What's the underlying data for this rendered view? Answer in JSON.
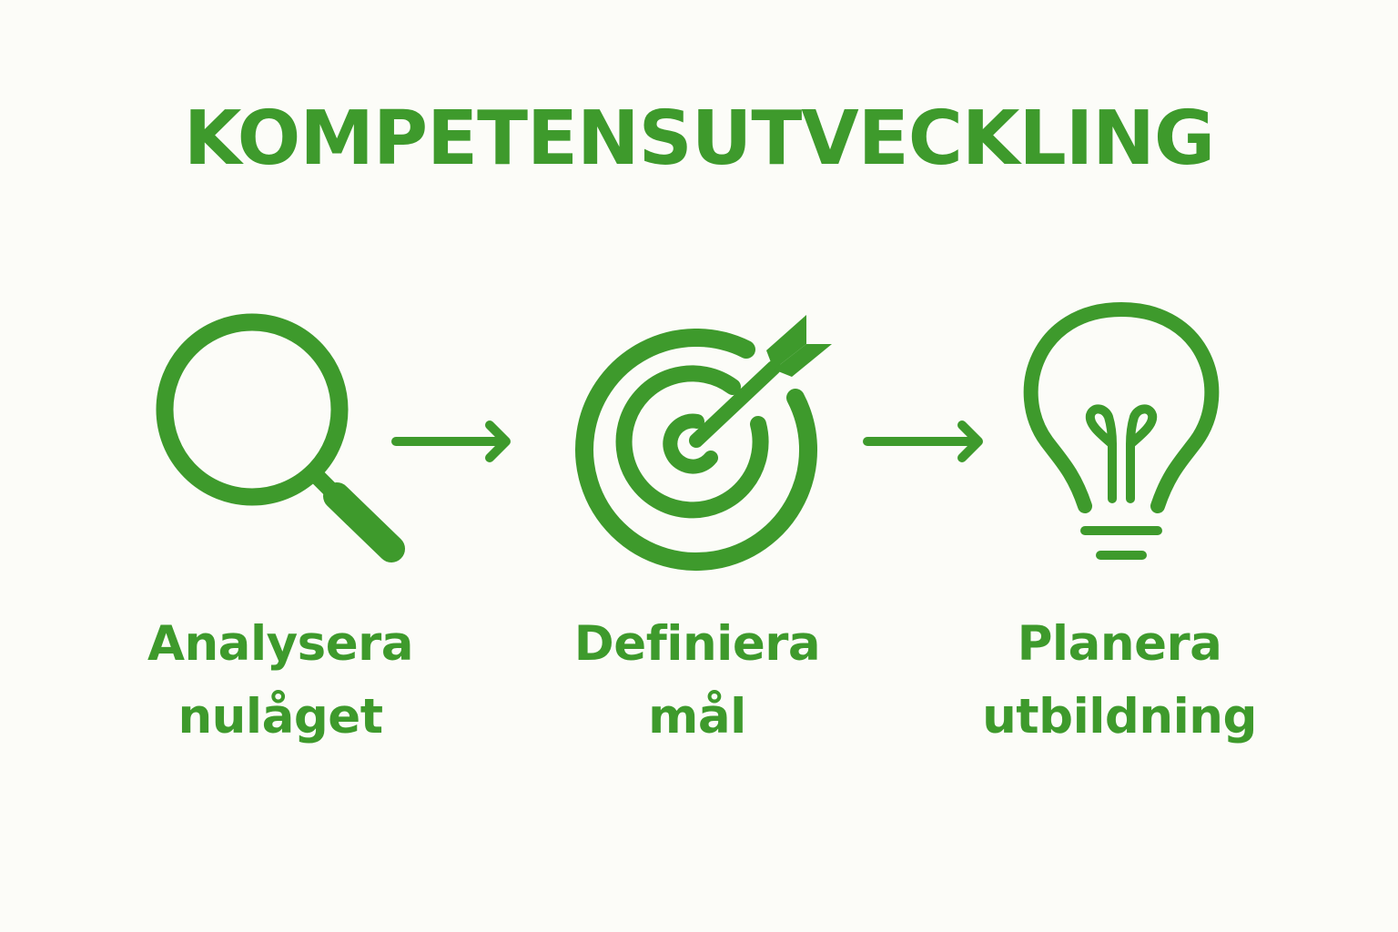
{
  "title": "KOMPETENSUTVECKLING",
  "colors": {
    "accent": "#3e9a2c",
    "background": "#fcfcf8"
  },
  "steps": [
    {
      "icon": "magnifying-glass-icon",
      "line1": "Analysera",
      "line2": "nulåget"
    },
    {
      "icon": "target-arrow-icon",
      "line1": "Definiera",
      "line2": "mål"
    },
    {
      "icon": "lightbulb-icon",
      "line1": "Planera",
      "line2": "utbildning"
    }
  ],
  "connectors": [
    {
      "icon": "arrow-right-icon"
    },
    {
      "icon": "arrow-right-icon"
    }
  ]
}
